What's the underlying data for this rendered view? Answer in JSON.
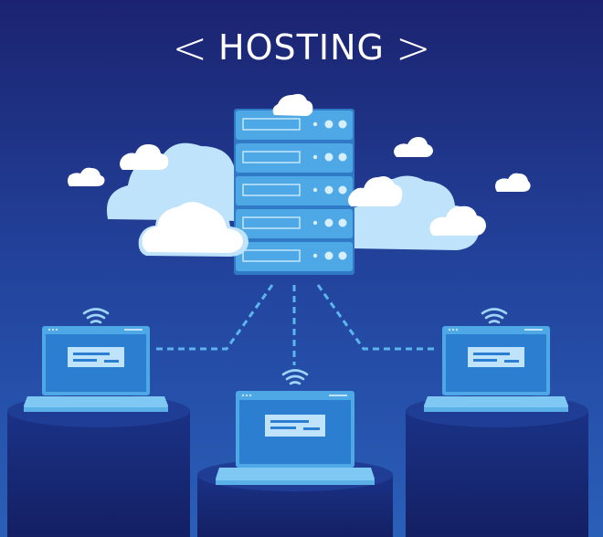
{
  "header": {
    "bracket_left": "<",
    "title": "HOSTING",
    "bracket_right": ">"
  },
  "illustration": {
    "server_units": 5,
    "laptops": 3,
    "wifi_icons": 3,
    "colors": {
      "background_top": "#1b2370",
      "background_bottom": "#2a5fb8",
      "server_front": "#4fa8e6",
      "server_edge": "#2f79c6",
      "cloud": "#ffffff",
      "cloud_back": "#bfe3fb",
      "laptop_screen": "#2c7fd0",
      "laptop_base": "#7ec8f3",
      "pedestal": "#172a78",
      "connector": "#5bb6ee"
    }
  }
}
